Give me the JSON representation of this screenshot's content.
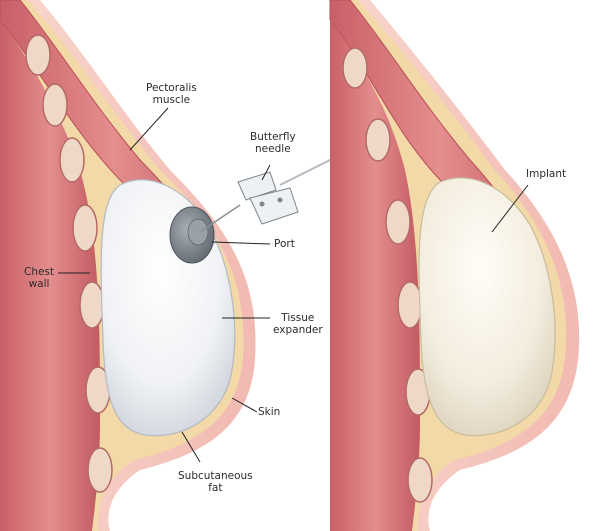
{
  "colors": {
    "muscle": "#d7757a",
    "muscle_dark": "#b84e57",
    "fat": "#f2d9a7",
    "fat_light": "#f8e8c5",
    "skin_outer": "#f6c4bc",
    "rib": "#e8cdbd",
    "implant_silver": "#eef0f4",
    "implant_gel": "#f3ecde",
    "port": "#8a8f96",
    "leader_line": "#222222"
  },
  "icons": {
    "needle": "butterfly-needle-icon",
    "port": "port-icon"
  },
  "left_panel": {
    "labels": {
      "pectoralis_1": "Pectoralis",
      "pectoralis_2": "muscle",
      "butterfly_1": "Butterfly",
      "butterfly_2": "needle",
      "port": "Port",
      "chest_1": "Chest",
      "chest_2": "wall",
      "tissue_1": "Tissue",
      "tissue_2": "expander",
      "skin": "Skin",
      "subcut_1": "Subcutaneous",
      "subcut_2": "fat"
    }
  },
  "right_panel": {
    "labels": {
      "implant": "Implant"
    }
  }
}
